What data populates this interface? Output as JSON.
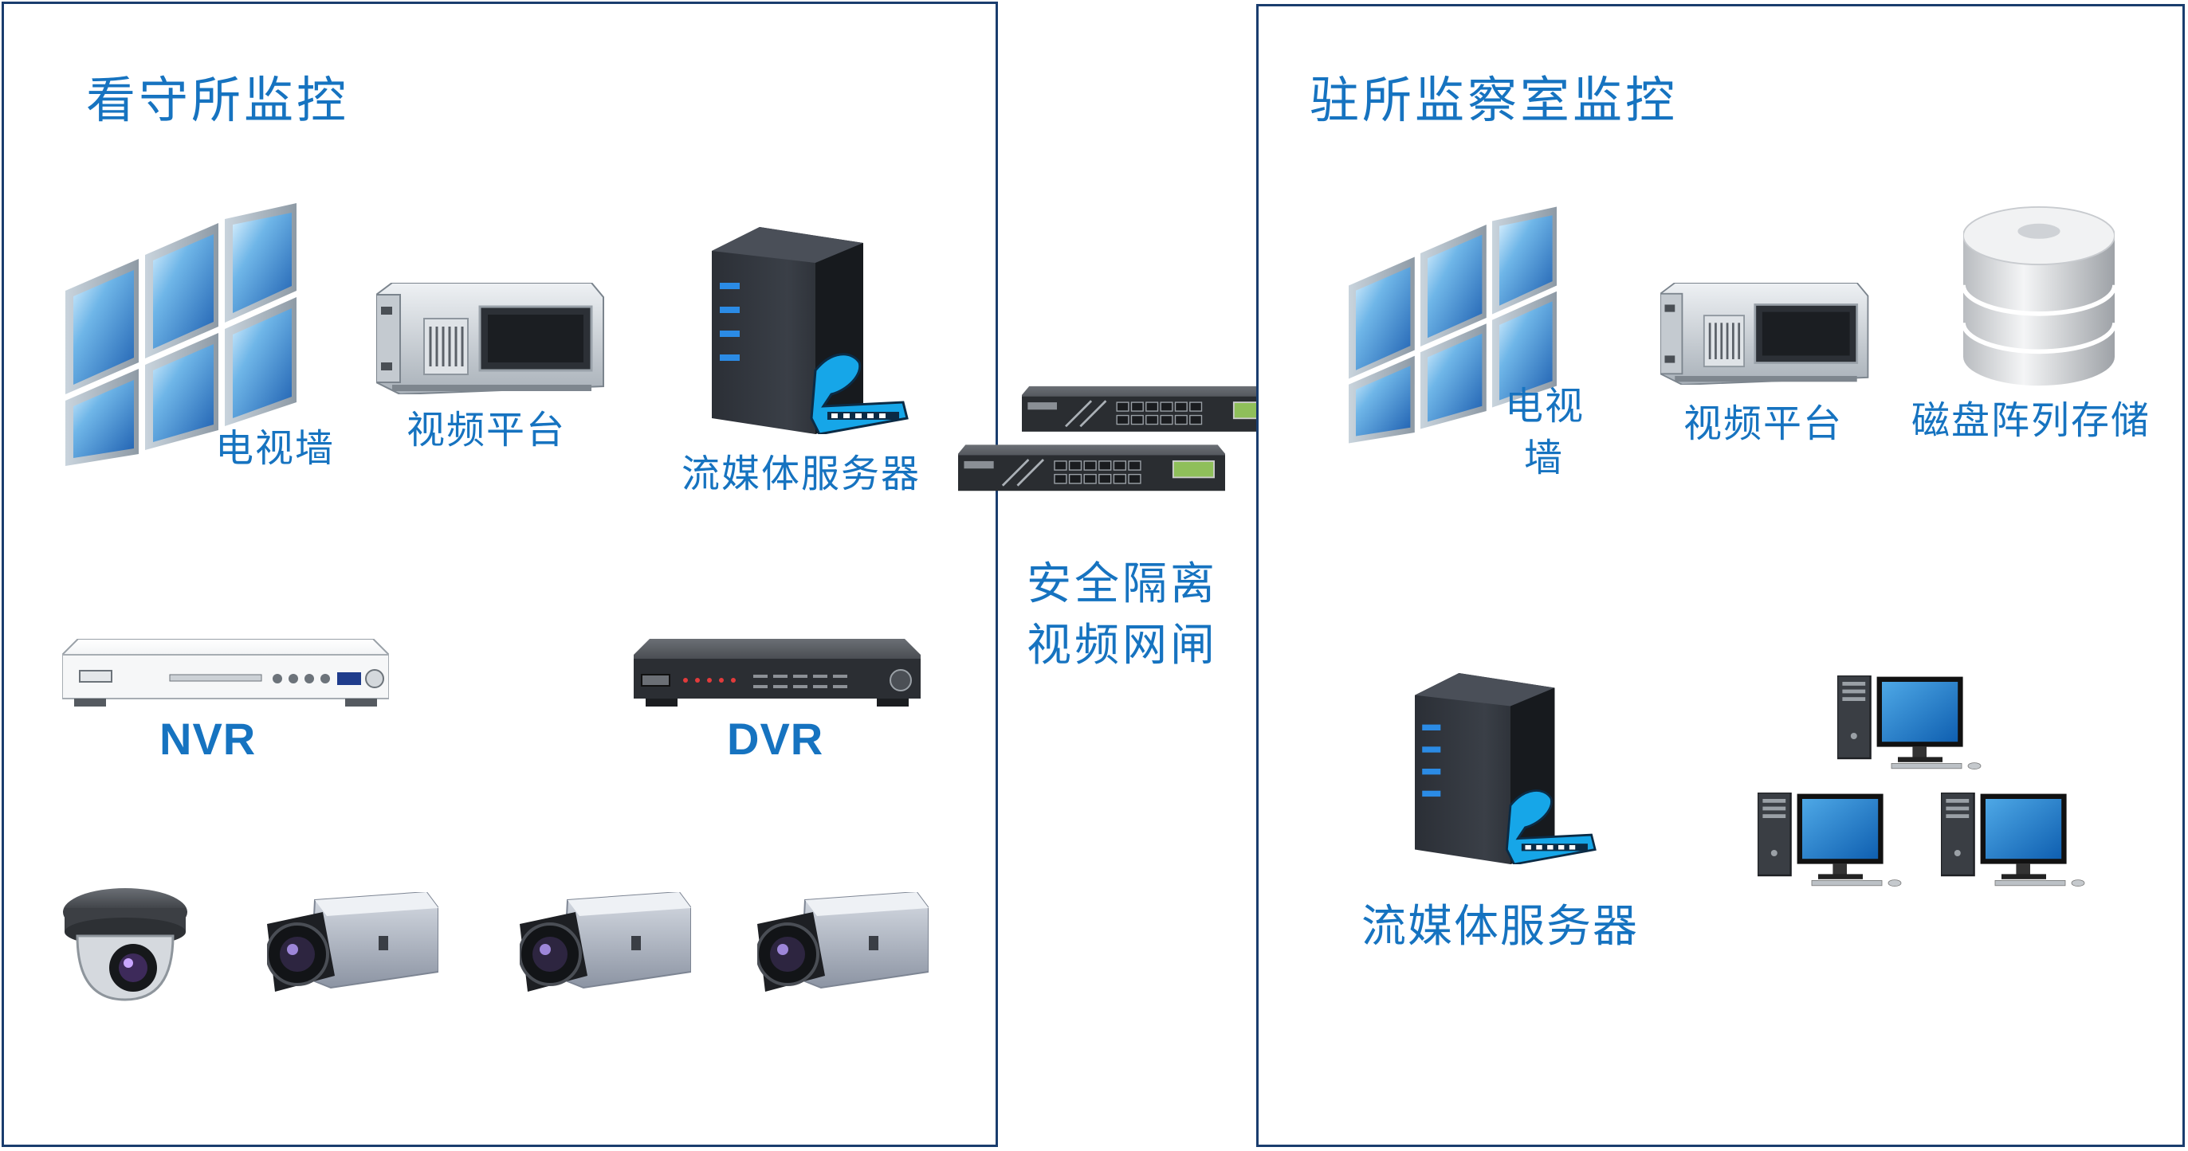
{
  "left_panel": {
    "title": "看守所监控",
    "tv_wall_label": "电视墙",
    "video_platform_label": "视频平台",
    "streaming_server_label": "流媒体服务器",
    "nvr_label": "NVR",
    "dvr_label": "DVR",
    "cameras": [
      "dome-camera-icon",
      "box-camera-icon",
      "box-camera-icon",
      "box-camera-icon"
    ]
  },
  "gateway": {
    "label_line1": "安全隔离",
    "label_line2": "视频网闸"
  },
  "right_panel": {
    "title": "驻所监察室监控",
    "tv_wall_label_line1": "电视",
    "tv_wall_label_line2": "墙",
    "video_platform_label": "视频平台",
    "disk_array_label": "磁盘阵列存储",
    "streaming_server_label": "流媒体服务器"
  },
  "colors": {
    "label_blue": "#1673c0",
    "border_navy": "#1a3d6e"
  }
}
